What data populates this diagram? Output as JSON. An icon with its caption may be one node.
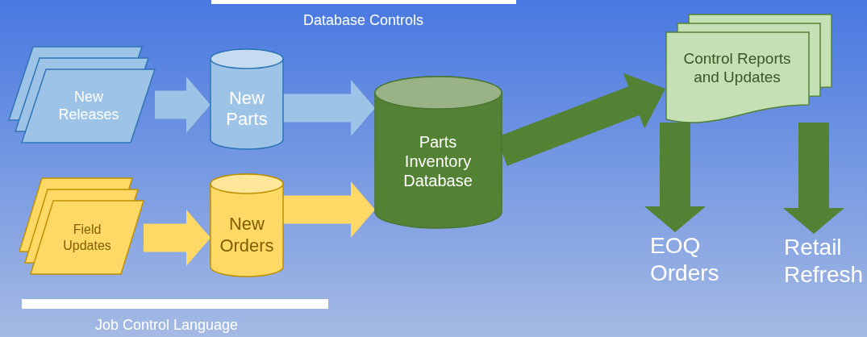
{
  "diagram": {
    "nodes": [
      {
        "text": [
          "New Releases"
        ]
      },
      {
        "text": [
          "New Parts"
        ]
      },
      {
        "text": [
          "Field Updates"
        ]
      },
      {
        "text": [
          "New Orders"
        ]
      },
      {
        "text": [
          "Parts Inventory Database"
        ]
      },
      {
        "text": [
          "Control Reports and Updates"
        ]
      },
      {
        "text": [
          "EOQ Orders"
        ]
      },
      {
        "text": [
          "Retail Refresh"
        ]
      }
    ],
    "edges": [
      {
        "from": 0,
        "to": 1,
        "arrow": "to",
        "color": "#9dc3e6"
      },
      {
        "from": 1,
        "to": 4,
        "arrow": "to",
        "color": "#9dc3e6"
      },
      {
        "from": 2,
        "to": 3,
        "arrow": "to",
        "color": "#ffd966"
      },
      {
        "from": 3,
        "to": 4,
        "arrow": "to",
        "color": "#ffd966"
      },
      {
        "from": 4,
        "to": 5,
        "arrow": "to"
      },
      {
        "from": 5,
        "to": 6,
        "arrow": "to"
      },
      {
        "from": 5,
        "to": 7,
        "arrow": "to"
      }
    ],
    "labels": [
      "Database Controls",
      "Job Control Language"
    ]
  }
}
